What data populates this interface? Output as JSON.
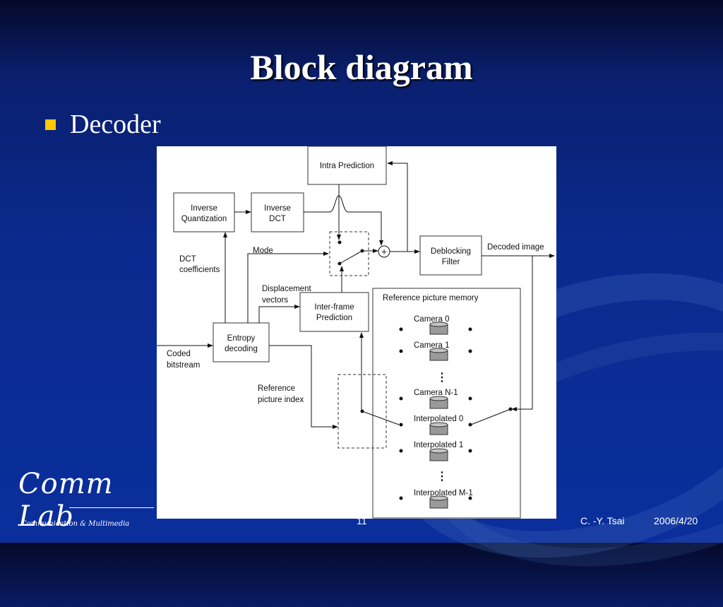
{
  "slide": {
    "title": "Block diagram",
    "bullet": "Decoder",
    "page_number": "11",
    "author": "C. -Y. Tsai",
    "date": "2006/4/20"
  },
  "logo": {
    "main": "Comm Lab",
    "subtitle": "Communication & Multimedia"
  },
  "colors": {
    "bullet": "#ffc800",
    "background": "#0a2a8e"
  },
  "diagram": {
    "blocks": {
      "intra_prediction": "Intra Prediction",
      "inverse_quantization": [
        "Inverse",
        "Quantization"
      ],
      "inverse_dct": [
        "Inverse",
        "DCT"
      ],
      "deblocking_filter": [
        "Deblocking",
        "Filter"
      ],
      "inter_frame_prediction": [
        "Inter-frame",
        "Prediction"
      ],
      "entropy_decoding": [
        "Entropy",
        "decoding"
      ],
      "reference_memory": "Reference picture memory"
    },
    "labels": {
      "mode": "Mode",
      "dct_coefficients": [
        "DCT",
        "coefficients"
      ],
      "displacement_vectors": [
        "Displacement",
        "vectors"
      ],
      "coded_bitstream": [
        "Coded",
        "bitstream"
      ],
      "reference_picture_index": [
        "Reference",
        "picture index"
      ],
      "decoded_image": "Decoded image",
      "plus": "+"
    },
    "memory_items": [
      "Camera 0",
      "Camera 1",
      "Camera N-1",
      "Interpolated 0",
      "Interpolated 1",
      "Interpolated M-1"
    ],
    "ellipsis": "⋮"
  }
}
